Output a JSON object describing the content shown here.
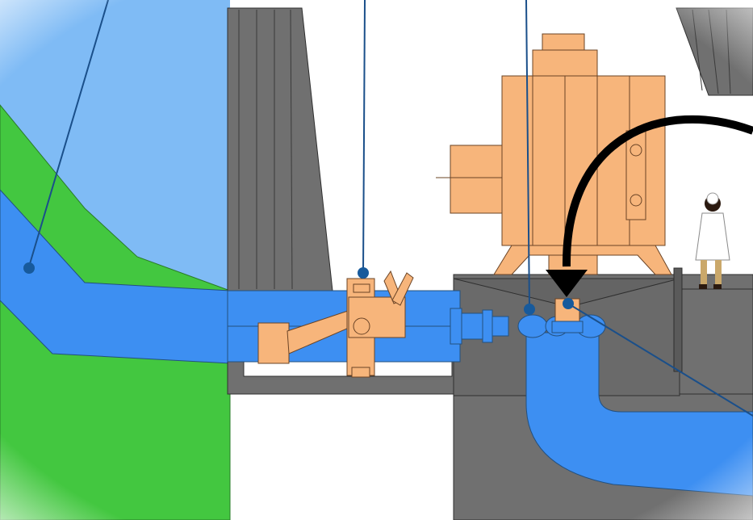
{
  "diagram": {
    "subject": "",
    "colors": {
      "sky_water": "#7fbbf5",
      "water": "#3d8ff2",
      "ground": "#43c740",
      "concrete": "#707070",
      "concrete_dark": "#4f4f4f",
      "machinery": "#f7b57b",
      "machinery_outline": "#6b4426",
      "callout_line": "#1a4f8a",
      "callout_dot": "#175a9c",
      "arrow": "#000000",
      "background": "#ffffff"
    },
    "callouts": [
      {
        "id": "reservoir",
        "icon": "dot"
      },
      {
        "id": "intake-gate",
        "icon": "dot"
      },
      {
        "id": "inlet-valve",
        "icon": "dot"
      },
      {
        "id": "turbine",
        "icon": "dot"
      }
    ],
    "elements": [
      "reservoir",
      "dam-hillside",
      "penstock",
      "intake-gate-mechanism",
      "powerhouse",
      "generator",
      "inlet-valve",
      "turbine",
      "draft-tube",
      "tailrace",
      "worker-figure",
      "flow-arrow"
    ]
  }
}
